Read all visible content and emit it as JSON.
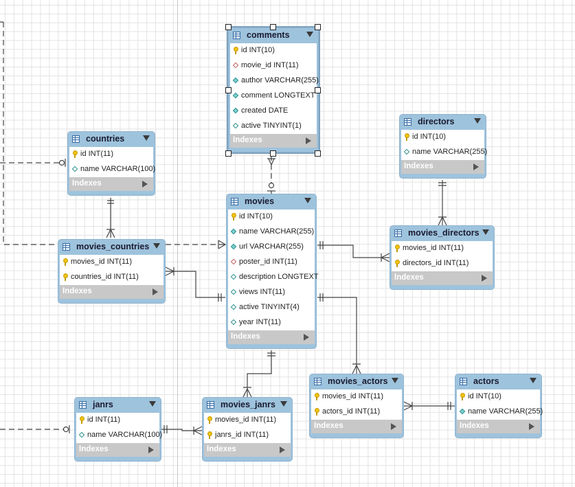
{
  "tables": {
    "comments": {
      "name": "comments",
      "columns": [
        {
          "text": "id INT(10)",
          "icon": "key"
        },
        {
          "text": "movie_id INT(11)",
          "icon": "fk"
        },
        {
          "text": "author VARCHAR(255)",
          "icon": "nn"
        },
        {
          "text": "comment LONGTEXT",
          "icon": "nn"
        },
        {
          "text": "created DATE",
          "icon": "nn"
        },
        {
          "text": "active TINYINT(1)",
          "icon": "nl"
        }
      ],
      "indexes": "Indexes"
    },
    "countries": {
      "name": "countries",
      "columns": [
        {
          "text": "id INT(11)",
          "icon": "key"
        },
        {
          "text": "name VARCHAR(100)",
          "icon": "nl"
        }
      ],
      "indexes": "Indexes"
    },
    "directors": {
      "name": "directors",
      "columns": [
        {
          "text": "id INT(10)",
          "icon": "key"
        },
        {
          "text": "name VARCHAR(255)",
          "icon": "nl"
        }
      ],
      "indexes": "Indexes"
    },
    "movies": {
      "name": "movies",
      "columns": [
        {
          "text": "id INT(10)",
          "icon": "key"
        },
        {
          "text": "name VARCHAR(255)",
          "icon": "nn"
        },
        {
          "text": "url VARCHAR(255)",
          "icon": "nn"
        },
        {
          "text": "poster_id INT(11)",
          "icon": "fk"
        },
        {
          "text": "description LONGTEXT",
          "icon": "nl"
        },
        {
          "text": "views INT(11)",
          "icon": "nl"
        },
        {
          "text": "active TINYINT(4)",
          "icon": "nl"
        },
        {
          "text": "year INT(11)",
          "icon": "nl"
        }
      ],
      "indexes": "Indexes"
    },
    "movies_countries": {
      "name": "movies_countries",
      "columns": [
        {
          "text": "movies_id INT(11)",
          "icon": "key"
        },
        {
          "text": "countries_id INT(11)",
          "icon": "key"
        }
      ],
      "indexes": "Indexes"
    },
    "movies_directors": {
      "name": "movies_directors",
      "columns": [
        {
          "text": "movies_id INT(11)",
          "icon": "key"
        },
        {
          "text": "directors_id INT(11)",
          "icon": "key"
        }
      ],
      "indexes": "Indexes"
    },
    "movies_actors": {
      "name": "movies_actors",
      "columns": [
        {
          "text": "movies_id INT(11)",
          "icon": "key"
        },
        {
          "text": "actors_id INT(11)",
          "icon": "key"
        }
      ],
      "indexes": "Indexes"
    },
    "actors": {
      "name": "actors",
      "columns": [
        {
          "text": "id INT(10)",
          "icon": "key"
        },
        {
          "text": "name VARCHAR(255)",
          "icon": "nn"
        }
      ],
      "indexes": "Indexes"
    },
    "janrs": {
      "name": "janrs",
      "columns": [
        {
          "text": "id INT(11)",
          "icon": "key"
        },
        {
          "text": "name VARCHAR(100)",
          "icon": "nl"
        }
      ],
      "indexes": "Indexes"
    },
    "movies_janrs": {
      "name": "movies_janrs",
      "columns": [
        {
          "text": "movies_id INT(11)",
          "icon": "key"
        },
        {
          "text": "janrs_id INT(11)",
          "icon": "key"
        }
      ],
      "indexes": "Indexes"
    }
  }
}
